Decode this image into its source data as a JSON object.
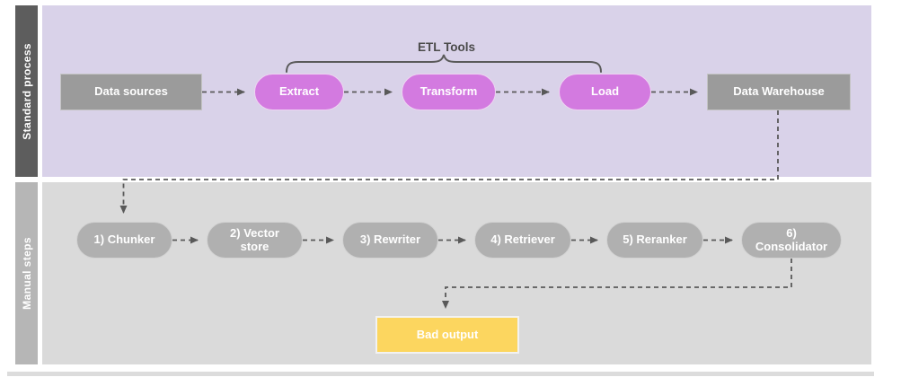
{
  "diagram": {
    "lanes": {
      "standard": {
        "label": "Standard process"
      },
      "manual": {
        "label": "Manual steps"
      }
    },
    "annotation": {
      "etl_tools": "ETL Tools"
    },
    "nodes": {
      "data_sources": "Data sources",
      "extract": "Extract",
      "transform": "Transform",
      "load": "Load",
      "data_warehouse": "Data Warehouse",
      "chunker": "1) Chunker",
      "vector_store": "2) Vector store",
      "rewriter": "3) Rewriter",
      "retriever": "4) Retriever",
      "reranker": "5) Reranker",
      "consolidator": "6) Consolidator",
      "bad_output": "Bad output"
    },
    "colors": {
      "lane_standard_bg": "#d9d2e9",
      "lane_standard_label_bg": "#5d5d5d",
      "lane_manual_bg": "#dadada",
      "lane_manual_label_bg": "#b6b6b6",
      "process_box": "#9b9b9b",
      "etl_pill": "#d37ae0",
      "manual_pill": "#b0b0b0",
      "bad_output_box": "#fcd65f",
      "connector": "#595959",
      "node_text": "#ffffff",
      "annotation_text": "#4a4a4a"
    }
  }
}
